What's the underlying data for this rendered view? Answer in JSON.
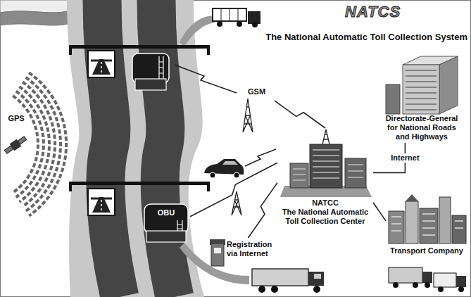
{
  "diagram": {
    "title": "The National Automatic Toll Collection System",
    "nodes": [
      {
        "text": [
          "GPS"
        ]
      },
      {
        "text": [
          "GSM"
        ]
      },
      {
        "text": [
          "NATCC",
          "The National Automatic Toll Collection Center"
        ]
      },
      {
        "text": [
          "Directorate-General for National Roads and Highways"
        ]
      },
      {
        "text": [
          "Transport Company"
        ]
      },
      {
        "text": [
          "OBU"
        ]
      },
      {
        "text": [
          "Registration via Internet"
        ]
      }
    ],
    "edges": [
      {
        "from": 1,
        "to": 2,
        "arrow": "none"
      },
      {
        "from": 5,
        "to": 2,
        "arrow": "none"
      },
      {
        "from": 6,
        "to": 2,
        "arrow": "none"
      },
      {
        "from": 2,
        "to": 3,
        "label": "Internet",
        "arrow": "none"
      },
      {
        "from": 2,
        "to": 4,
        "arrow": "none"
      }
    ],
    "labels": [
      "NATCS"
    ]
  }
}
